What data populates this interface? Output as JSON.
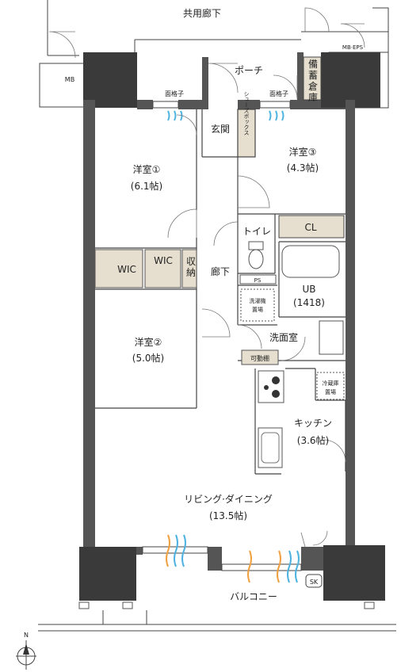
{
  "labels": {
    "corridor": "共用廊下",
    "porch": "ポーチ",
    "mb_left": "MB",
    "mb_eps": "MB·EPS",
    "storage_v1": "備",
    "storage_v2": "蓄",
    "storage_v3": "倉",
    "storage_v4": "庫",
    "grille_left": "面格子",
    "grille_right": "面格子",
    "entrance": "玄関",
    "shoe_box": "シューズボックス",
    "room1_name": "洋室①",
    "room1_size": "(6.1帖)",
    "room3_name": "洋室③",
    "room3_size": "(4.3帖)",
    "toilet": "トイレ",
    "closet": "CL",
    "wic1": "WIC",
    "wic2": "WIC",
    "storage_a": "収",
    "storage_b": "納",
    "hallway": "廊下",
    "ps": "PS",
    "washer_1": "洗濯機",
    "washer_2": "置場",
    "ub_name": "UB",
    "ub_size": "(1418)",
    "washroom": "洗面室",
    "room2_name": "洋室②",
    "room2_size": "(5.0帖)",
    "shelf": "可動棚",
    "fridge_1": "冷蔵庫",
    "fridge_2": "置場",
    "kitchen_name": "キッチン",
    "kitchen_size": "(3.6帖)",
    "living_name": "リビング·ダイニング",
    "living_size": "(13.5帖)",
    "sk": "SK",
    "balcony": "バルコニー",
    "north": "N"
  },
  "colors": {
    "wall": "#555555",
    "pillar": "#3a3a3a",
    "fixture_fill": "#e8e3d9",
    "storage_fill": "#e6dfcf",
    "airflow_blue": "#4db2e0",
    "airflow_orange": "#f0a040"
  }
}
